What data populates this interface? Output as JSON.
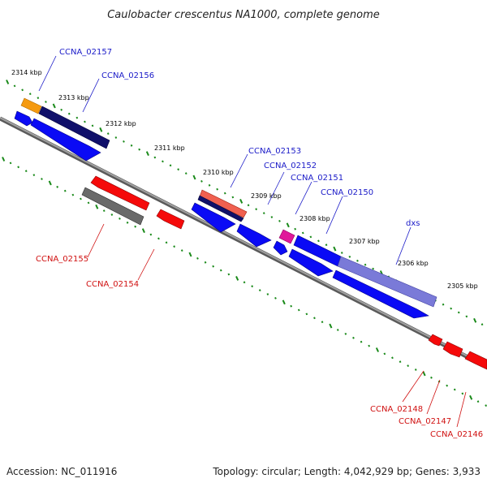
{
  "title": "Caulobacter crescentus NA1000, complete genome",
  "footer": {
    "accession": "Accession: NC_011916",
    "topology": "Topology: circular; Length: 4,042,929 bp; Genes: 3,933"
  },
  "colors": {
    "forward_gene": "#0a0af5",
    "reverse_gene": "#f50a0a",
    "forward_label": "#1a1ac8",
    "reverse_label": "#d01010",
    "tick": "#1a8a1a",
    "backbone": "#8a8a8a",
    "dark_navy": "#10106a",
    "orange": "#f59a10",
    "salmon": "#f06050",
    "magenta": "#e0189a",
    "gray_block": "#6a6a6a",
    "lavender": "#7a7ad8"
  },
  "ticks": [
    {
      "label": "2314 kbp"
    },
    {
      "label": "2313 kbp"
    },
    {
      "label": "2312 kbp"
    },
    {
      "label": "2311 kbp"
    },
    {
      "label": "2310 kbp"
    },
    {
      "label": "2309 kbp"
    },
    {
      "label": "2308 kbp"
    },
    {
      "label": "2307 kbp"
    },
    {
      "label": "2306 kbp"
    },
    {
      "label": "2305 kbp"
    }
  ],
  "genes_forward": [
    {
      "label": "CCNA_02157"
    },
    {
      "label": "CCNA_02156"
    },
    {
      "label": "CCNA_02153"
    },
    {
      "label": "CCNA_02152"
    },
    {
      "label": "CCNA_02151"
    },
    {
      "label": "CCNA_02150"
    },
    {
      "label": "dxs"
    }
  ],
  "genes_reverse": [
    {
      "label": "CCNA_02155"
    },
    {
      "label": "CCNA_02154"
    },
    {
      "label": "CCNA_02148"
    },
    {
      "label": "CCNA_02147"
    },
    {
      "label": "CCNA_02146"
    }
  ]
}
